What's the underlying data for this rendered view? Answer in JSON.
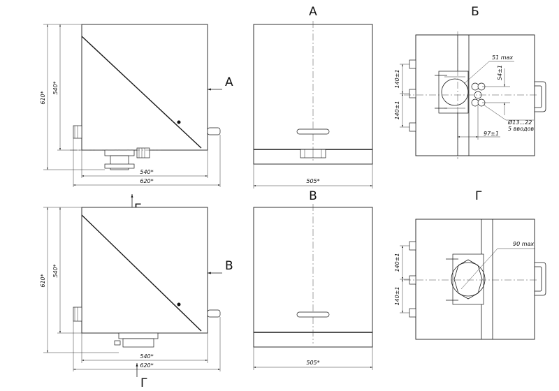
{
  "views": {
    "a": "А",
    "b": "Б",
    "v": "В",
    "g": "Г"
  },
  "dims": {
    "h610": "610*",
    "h540": "540*",
    "w540": "540*",
    "w620": "620*",
    "w505": "505*",
    "d140": "140±1",
    "d51": "51 max",
    "d54": "54±1",
    "d97": "97±1",
    "d1322": "Ø13...22",
    "inlets": "5 вводов",
    "d90": "90 max"
  }
}
